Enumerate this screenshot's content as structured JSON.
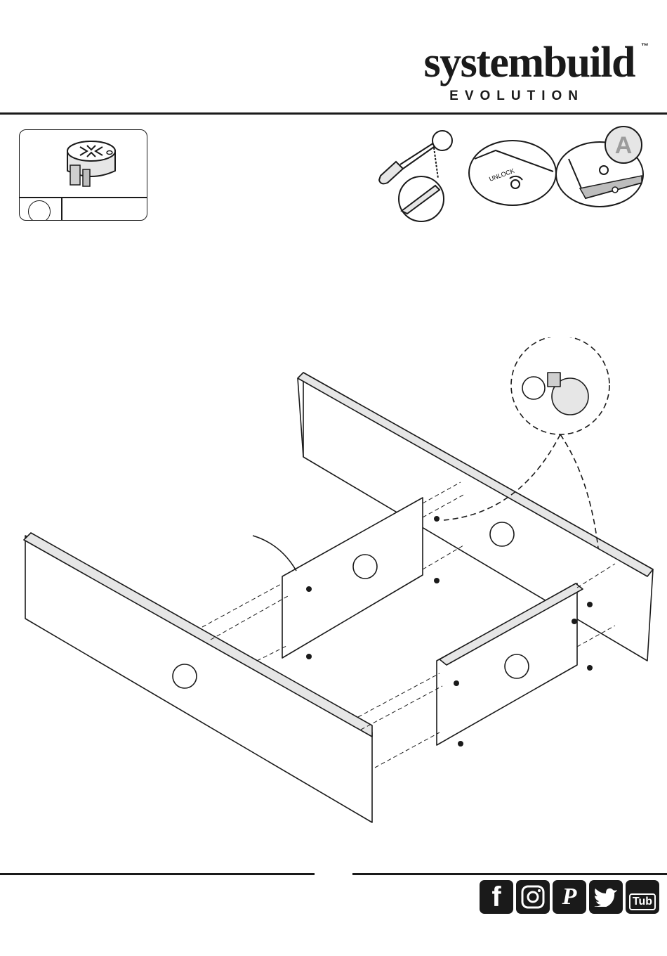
{
  "header": {
    "brand": "systembuild",
    "trademark": "™",
    "subbrand": "EVOLUTION"
  },
  "tools": {
    "unlock_label": "UNLOCK",
    "detail_letter": "A"
  },
  "social": [
    {
      "icon": "facebook-icon",
      "glyph": "f"
    },
    {
      "icon": "instagram-icon",
      "glyph": ""
    },
    {
      "icon": "pinterest-icon",
      "glyph": "P"
    },
    {
      "icon": "twitter-icon",
      "glyph": ""
    },
    {
      "icon": "youtube-icon",
      "glyph": "Tub"
    }
  ]
}
